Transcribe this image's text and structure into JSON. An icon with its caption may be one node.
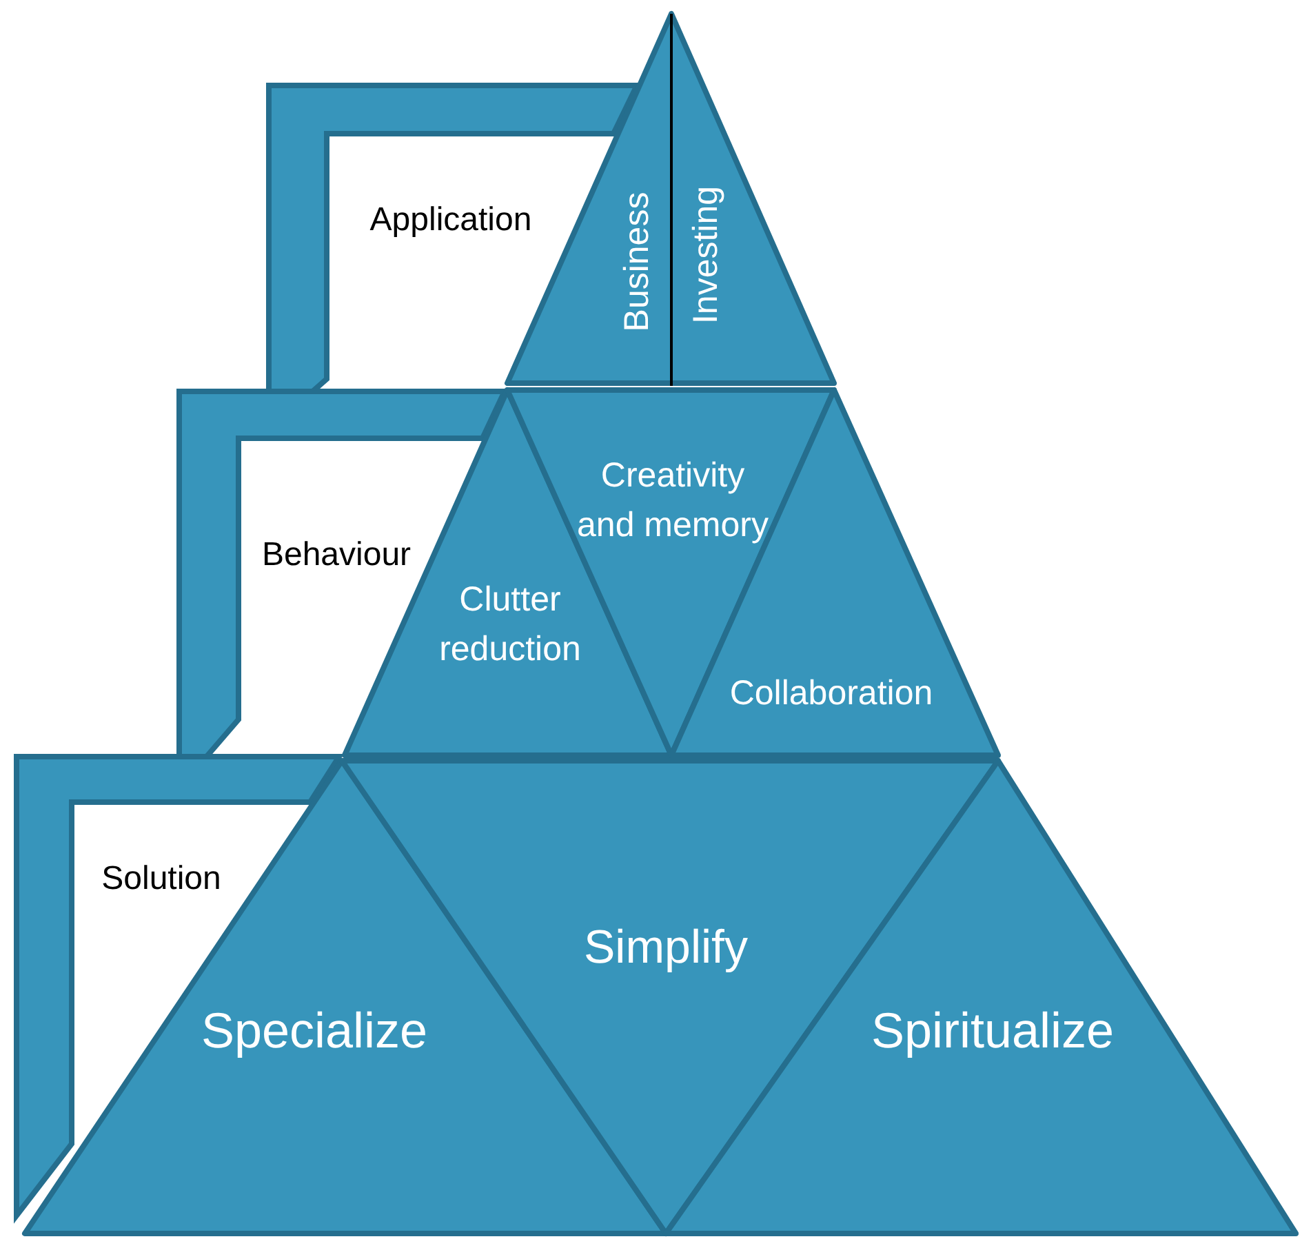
{
  "diagram": {
    "nodes": [
      {
        "text": [
          "Business",
          "Investing"
        ]
      },
      {
        "text": [
          "Clutter reduction"
        ]
      },
      {
        "text": [
          "Creativity and memory"
        ]
      },
      {
        "text": [
          "Collaboration"
        ]
      },
      {
        "text": [
          "Specialize"
        ]
      },
      {
        "text": [
          "Simplify"
        ]
      },
      {
        "text": [
          "Spiritualize"
        ]
      }
    ],
    "labels": [
      "Application",
      "Behaviour",
      "Solution"
    ]
  }
}
